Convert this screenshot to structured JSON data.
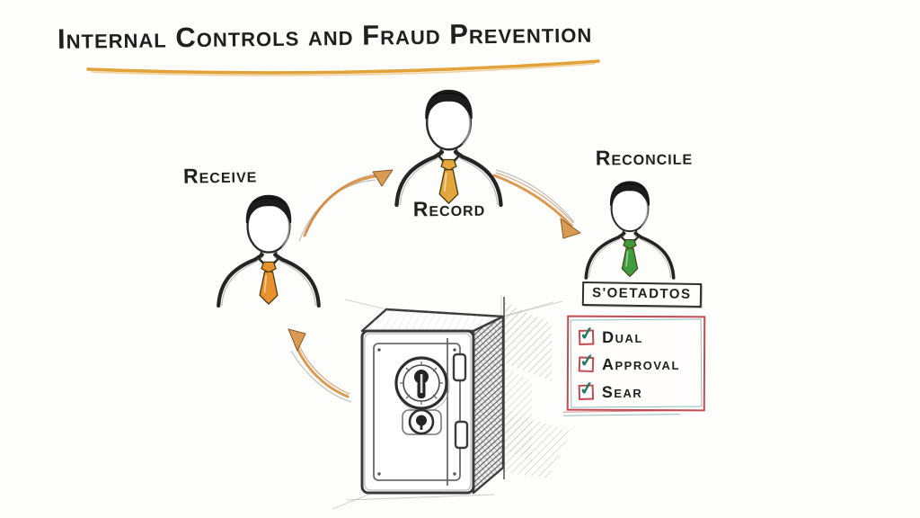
{
  "title": {
    "text": "Internal Controls and Fraud Prevention",
    "ink_color": "#1F1F1F",
    "underline_color": "#E2A33B"
  },
  "flow": {
    "arrow_color": "#D99A52",
    "steps": [
      {
        "label": "Receive",
        "tie_color": "#E8912F"
      },
      {
        "label": "Record",
        "tie_color": "#E2A63C"
      },
      {
        "label": "Reconcile",
        "tie_color": "#3E9B3E"
      }
    ]
  },
  "stamp": {
    "text": "S'OETADTOS"
  },
  "checklist": {
    "border_color": "#C14B52",
    "inner_border_color": "#2A7A7C",
    "checkbox_border_color": "#C14B52",
    "check_color": "#1E7A64",
    "check_glyph": "✓",
    "items": [
      {
        "label": "Dual",
        "checked": true
      },
      {
        "label": "Approval",
        "checked": true
      },
      {
        "label": "Sear",
        "checked": true
      }
    ]
  },
  "safe_illustration": {
    "pencil_color": "#4A4A4A"
  }
}
